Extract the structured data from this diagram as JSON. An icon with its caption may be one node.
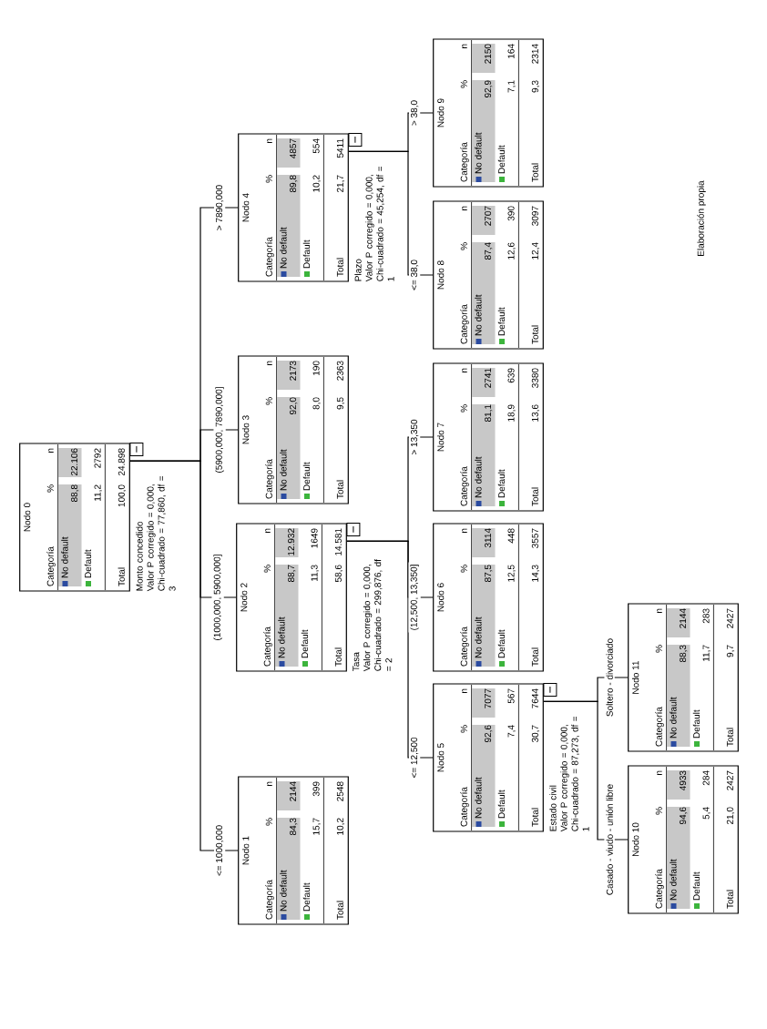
{
  "diagram": {
    "nodes": [
      {
        "text": [
          "Nodo 0",
          "Categoría",
          "%",
          "n",
          "No default",
          "88,8",
          "22.106",
          "Default",
          "11,2",
          "2792",
          "Total",
          "100,0",
          "24.898"
        ],
        "beside": [
          "Monto concedido",
          "Valor P corregido = 0,000, Chi-cuadrado = 77,860, df = 3"
        ]
      },
      {
        "text": [
          "Nodo 1",
          "Categoría",
          "%",
          "n",
          "No default",
          "84,3",
          "2144",
          "Default",
          "15,7",
          "399",
          "Total",
          "10,2",
          "2548"
        ]
      },
      {
        "text": [
          "Nodo 2",
          "Categoría",
          "%",
          "n",
          "No default",
          "88,7",
          "12.932",
          "Default",
          "11,3",
          "1649",
          "Total",
          "58,6",
          "14.581"
        ],
        "beside": [
          "Tasa",
          "Valor P corregido = 0,000, Chi-cuadrado = 299,876, df = 2"
        ]
      },
      {
        "text": [
          "Nodo 3",
          "Categoría",
          "%",
          "n",
          "No default",
          "92,0",
          "2173",
          "Default",
          "8,0",
          "190",
          "Total",
          "9,5",
          "2363"
        ]
      },
      {
        "text": [
          "Nodo 4",
          "Categoría",
          "%",
          "n",
          "No default",
          "89,8",
          "4857",
          "Default",
          "10,2",
          "554",
          "Total",
          "21,7",
          "5411"
        ],
        "beside": [
          "Plazo",
          "Valor P corregido = 0,000, Chi-cuadrado = 45,254, df = 1"
        ]
      },
      {
        "text": [
          "Nodo 5",
          "Categoría",
          "%",
          "n",
          "No default",
          "92,6",
          "7077",
          "Default",
          "7,4",
          "567",
          "Total",
          "30,7",
          "7644"
        ],
        "beside": [
          "Estado civil",
          "Valor P corregido = 0,000, Chi-cuadrado = 87,273, df = 1"
        ]
      },
      {
        "text": [
          "Nodo 6",
          "Categoría",
          "%",
          "n",
          "No default",
          "87,5",
          "3114",
          "Default",
          "12,5",
          "448",
          "Total",
          "14,3",
          "3557"
        ]
      },
      {
        "text": [
          "Nodo 7",
          "Categoría",
          "%",
          "n",
          "No default",
          "81,1",
          "2741",
          "Default",
          "18,9",
          "639",
          "Total",
          "13,6",
          "3380"
        ]
      },
      {
        "text": [
          "Nodo 8",
          "Categoría",
          "%",
          "n",
          "No default",
          "87,4",
          "2707",
          "Default",
          "12,6",
          "390",
          "Total",
          "12,4",
          "3097"
        ]
      },
      {
        "text": [
          "Nodo 9",
          "Categoría",
          "%",
          "n",
          "No default",
          "92,9",
          "2150",
          "Default",
          "7,1",
          "164",
          "Total",
          "9,3",
          "2314"
        ]
      },
      {
        "text": [
          "Nodo 10",
          "Categoría",
          "%",
          "n",
          "No default",
          "94,6",
          "4933",
          "Default",
          "5,4",
          "284",
          "Total",
          "21,0",
          "2427"
        ]
      },
      {
        "text": [
          "Nodo 11",
          "Categoría",
          "%",
          "n",
          "No default",
          "88,3",
          "2144",
          "Default",
          "11,7",
          "283",
          "Total",
          "9,7",
          "2427"
        ]
      }
    ],
    "edges": [
      {
        "from": 0,
        "to": 1,
        "arrow": "none",
        "label": "<= 1000,000"
      },
      {
        "from": 0,
        "to": 2,
        "arrow": "none",
        "label": "(1000,000, 5900,000]"
      },
      {
        "from": 0,
        "to": 3,
        "arrow": "none",
        "label": "(5900,000, 7890,000]"
      },
      {
        "from": 0,
        "to": 4,
        "arrow": "none",
        "label": "> 7890,000"
      },
      {
        "from": 2,
        "to": 5,
        "arrow": "none",
        "label": "<= 12,500"
      },
      {
        "from": 2,
        "to": 6,
        "arrow": "none",
        "label": "(12,500, 13,350]"
      },
      {
        "from": 2,
        "to": 7,
        "arrow": "none",
        "label": "> 13,350"
      },
      {
        "from": 4,
        "to": 8,
        "arrow": "none",
        "label": "<= 38,0"
      },
      {
        "from": 4,
        "to": 9,
        "arrow": "none",
        "label": "> 38,0"
      },
      {
        "from": 5,
        "to": 10,
        "arrow": "none",
        "label": "Casado - viudo - unión libre"
      },
      {
        "from": 5,
        "to": 11,
        "arrow": "none",
        "label": "Soltero - divorciado"
      }
    ],
    "labels": [
      "Elaboración propia"
    ]
  }
}
